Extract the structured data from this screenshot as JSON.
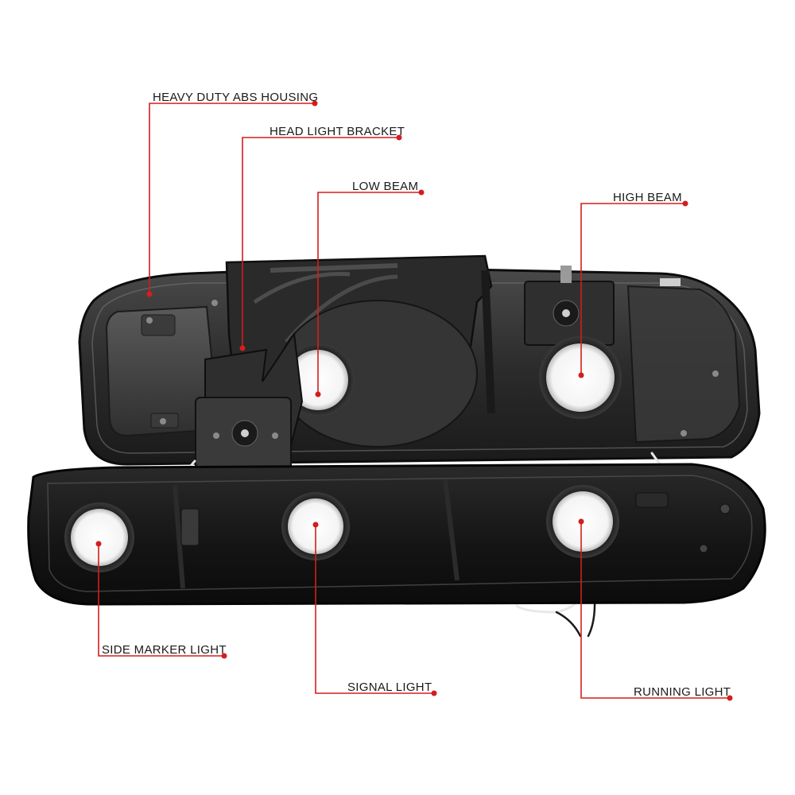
{
  "diagram": {
    "subject": "Headlight and bumper lamp assembly, rear view",
    "accent_color": "#d51d1d",
    "callouts": [
      {
        "id": "housing",
        "label": "HEAVY DUTY ABS HOUSING"
      },
      {
        "id": "bracket",
        "label": "HEAD LIGHT BRACKET"
      },
      {
        "id": "low-beam",
        "label": "LOW BEAM"
      },
      {
        "id": "high-beam",
        "label": "HIGH BEAM"
      },
      {
        "id": "side-marker",
        "label": "SIDE MARKER LIGHT"
      },
      {
        "id": "signal",
        "label": "SIGNAL LIGHT"
      },
      {
        "id": "running",
        "label": "RUNNING LIGHT"
      }
    ]
  }
}
